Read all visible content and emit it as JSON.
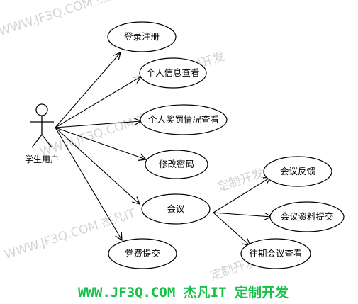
{
  "actor": {
    "name": "学生用户"
  },
  "use_cases": [
    {
      "id": "register",
      "label": "登录注册"
    },
    {
      "id": "personal-info",
      "label": "个人信息查看"
    },
    {
      "id": "rewards",
      "label": "个人奖罚情况查看"
    },
    {
      "id": "password",
      "label": "修改密码"
    },
    {
      "id": "meeting",
      "label": "会议"
    },
    {
      "id": "party-fee",
      "label": "党费提交"
    }
  ],
  "meeting_sub_cases": [
    {
      "id": "feedback",
      "label": "会议反馈"
    },
    {
      "id": "materials",
      "label": "会议资料提交"
    },
    {
      "id": "past",
      "label": "往期会议查看"
    }
  ],
  "watermark": {
    "text": "WWW.JF3Q.COM 杰凡IT",
    "text2": "定制开发",
    "banner": "WWW.JF3Q.COM 杰凡IT   定制开发"
  },
  "colors": {
    "line": "#000000",
    "watermark": "#d4d4d4",
    "banner": "#18c24a"
  }
}
